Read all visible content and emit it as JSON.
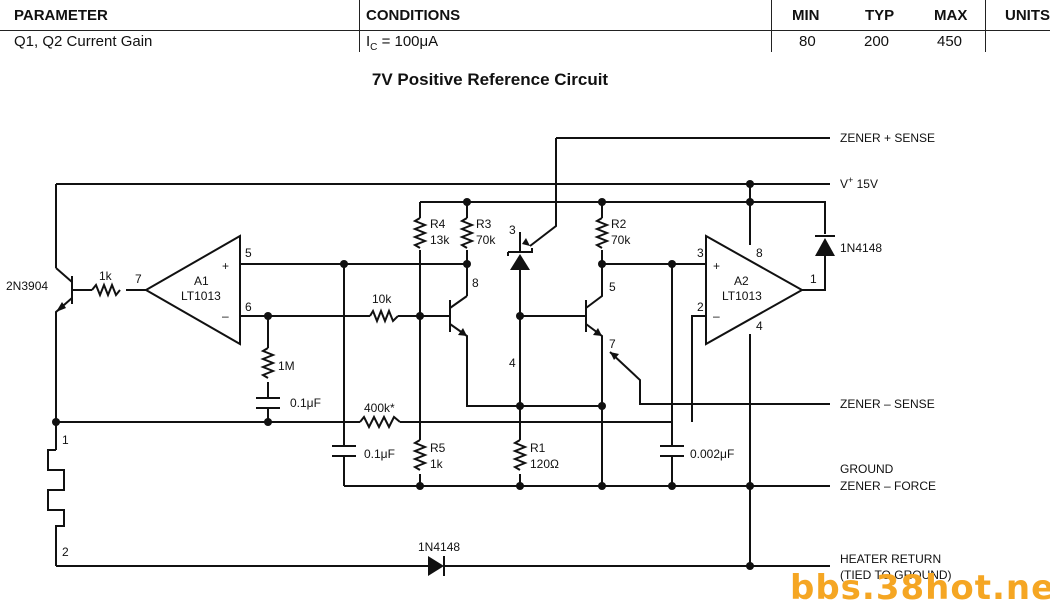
{
  "table": {
    "headers": {
      "parameter": "PARAMETER",
      "conditions": "CONDITIONS",
      "min": "MIN",
      "typ": "TYP",
      "max": "MAX",
      "units": "UNITS"
    },
    "row": {
      "parameter": "Q1, Q2 Current Gain",
      "conditions_main": "I",
      "conditions_sub": "C",
      "conditions_rest": " = 100μA",
      "min": "80",
      "typ": "200",
      "max": "450",
      "units": ""
    }
  },
  "title": "7V Positive Reference Circuit",
  "labels": {
    "zener_plus_sense": "ZENER + SENSE",
    "v_plus": "V",
    "v_plus_sup": "+",
    "v_plus_value": " 15V",
    "diode_top": "1N4148",
    "a2_pin1": "1",
    "a2_pin8": "8",
    "a2_pin3": "3",
    "a2_pin2": "2",
    "a2_pin4": "4",
    "a2_name": "A2",
    "a2_part": "LT1013",
    "r2_name": "R2",
    "r2_value": "70k",
    "q2_pin5": "5",
    "q2_pin7": "7",
    "zener_pin3": "3",
    "zener_pin4": "4",
    "r4_name": "R4",
    "r4_value": "13k",
    "r3_name": "R3",
    "r3_value": "70k",
    "q1_pin8": "8",
    "a1_name": "A1",
    "a1_part": "LT1013",
    "a1_pin5": "5",
    "a1_pin6": "6",
    "a1_pin7": "7",
    "r_1k": "1k",
    "transistor": "2N3904",
    "r_10k": "10k",
    "r_1m": "1M",
    "c_01_a": "0.1μF",
    "r_400k": "400k*",
    "c_01_b": "0.1μF",
    "r5_name": "R5",
    "r5_value": "1k",
    "r1_name": "R1",
    "r1_value": "120Ω",
    "c_0002": "0.002μF",
    "zener_minus_sense": "ZENER – SENSE",
    "ground": "GROUND",
    "zener_minus_force": "ZENER – FORCE",
    "heater_pin1": "1",
    "heater_pin2": "2",
    "diode_bottom": "1N4148",
    "heater_return": "HEATER RETURN",
    "tied_to_ground": "(TIED TO GROUND)",
    "op_plus": "+",
    "op_minus": "–"
  },
  "watermark": "bbs.38hot.net"
}
